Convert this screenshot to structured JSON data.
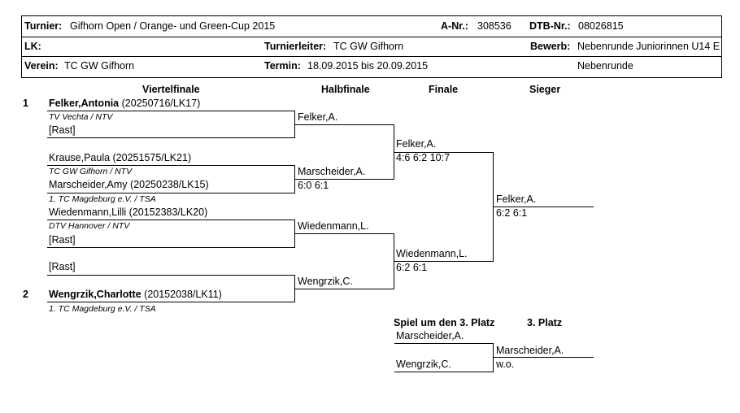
{
  "header": {
    "turnier_label": "Turnier:",
    "turnier_value": "Gifhorn Open / Orange- und Green-Cup 2015",
    "anr_label": "A-Nr.:",
    "anr_value": "308536",
    "dtb_label": "DTB-Nr.:",
    "dtb_value": "08026815",
    "lk_label": "LK:",
    "turnierleiter_label": "Turnierleiter:",
    "turnierleiter_value": "TC GW Gifhorn",
    "bewerb_label": "Bewerb:",
    "bewerb_value": "Nebenrunde Juniorinnen U14 E",
    "verein_label": "Verein:",
    "verein_value": "TC GW Gifhorn",
    "termin_label": "Termin:",
    "termin_value": "18.09.2015 bis 20.09.2015",
    "runde_value": "Nebenrunde"
  },
  "columns": {
    "viertelfinale": "Viertelfinale",
    "halbfinale": "Halbfinale",
    "finale": "Finale",
    "sieger": "Sieger"
  },
  "players": {
    "seed1": "1",
    "p1_name": "Felker,Antonia",
    "p1_id": "(20250716/LK17)",
    "p1_club": "TV Vechta / NTV",
    "rast1": "[Rast]",
    "p2_name": "Krause,Paula (20251575/LK21)",
    "p2_club": "TC GW Gifhorn / NTV",
    "p3_name": "Marscheider,Amy (20250238/LK15)",
    "p3_club": "1. TC Magdeburg e.V. / TSA",
    "p4_name": "Wiedenmann,Lilli (20152383/LK20)",
    "p4_club": "DTV Hannover / NTV",
    "rast2": "[Rast]",
    "rast3": "[Rast]",
    "seed2": "2",
    "p5_name": "Wengrzik,Charlotte",
    "p5_id": "(20152038/LK11)",
    "p5_club": "1. TC Magdeburg e.V. / TSA"
  },
  "halbfinale": {
    "hf1": "Felker,A.",
    "hf2": "Marscheider,A.",
    "hf2_score": "6:0 6:1",
    "hf3": "Wiedenmann,L.",
    "hf4": "Wengrzik,C."
  },
  "finale": {
    "f1": "Felker,A.",
    "f1_score": "4:6 6:2 10:7",
    "f2": "Wiedenmann,L.",
    "f2_score": "6:2 6:1"
  },
  "sieger": {
    "name": "Felker,A.",
    "score": "6:2 6:1"
  },
  "third_place": {
    "match_label": "Spiel um den 3. Platz",
    "place_label": "3. Platz",
    "player1": "Marscheider,A.",
    "player2": "Wengrzik,C.",
    "winner": "Marscheider,A.",
    "result": "w.o."
  }
}
